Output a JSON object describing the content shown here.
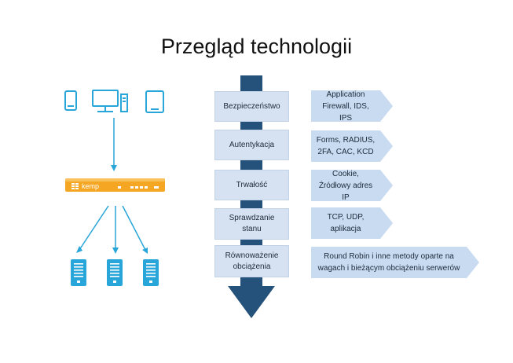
{
  "title": "Przegląd technologii",
  "colors": {
    "cyan_icons": "#29a6d9",
    "kemp_orange": "#f5a623",
    "arrow_dark": "#24527a",
    "step_fill": "#d6e2f1",
    "callout_fill": "#c8dbf1",
    "text": "#1d2a3a"
  },
  "clients": [
    {
      "icon": "phone-icon"
    },
    {
      "icon": "desktop-computer-icon"
    },
    {
      "icon": "tablet-icon"
    }
  ],
  "load_balancer": {
    "logo_text": "kemp",
    "icon": "kemp-load-balancer-icon"
  },
  "servers": [
    {
      "icon": "server-icon"
    },
    {
      "icon": "server-icon"
    },
    {
      "icon": "server-icon"
    }
  ],
  "steps": [
    {
      "label": "Bezpieczeństwo",
      "detail": "Application Firewall, IDS, IPS"
    },
    {
      "label": "Autentykacja",
      "detail": "Forms, RADIUS, 2FA, CAC, KCD"
    },
    {
      "label": "Trwałość",
      "detail": "Cookie, Źródłowy adres IP"
    },
    {
      "label": "Sprawdzanie stanu",
      "detail": "TCP, UDP, aplikacja"
    },
    {
      "label": "Równoważenie obciążenia",
      "detail": "Round Robin i inne metody oparte na wagach i bieżącym obciążeniu serwerów"
    }
  ]
}
